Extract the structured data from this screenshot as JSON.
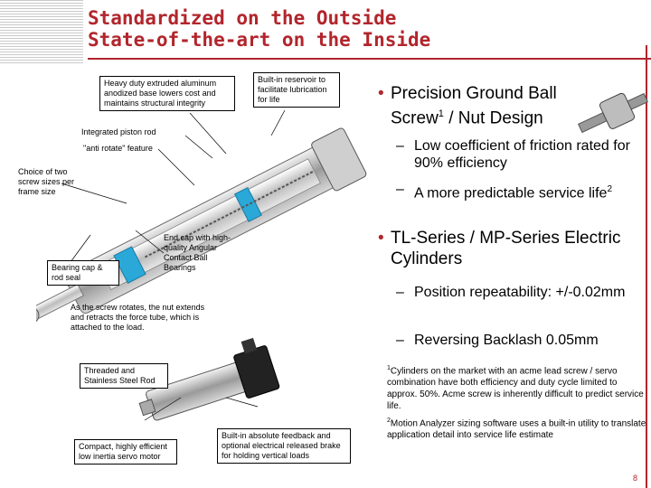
{
  "title": {
    "line1": "Standardized on the Outside",
    "line2": "State-of-the-art on the Inside"
  },
  "callouts": {
    "base": "Heavy duty extruded aluminum anodized base lowers cost and maintains structural integrity",
    "reservoir": "Built-in reservoir to facilitate lubrication for life",
    "piston_rod": "Integrated piston rod",
    "anti_rotate": "\"anti rotate\" feature",
    "screw_sizes": "Choice of two screw sizes per frame size",
    "end_cap": "End cap with high-quality Angular Contact Ball Bearings",
    "bearing_cap": "Bearing cap & rod seal",
    "nut_desc": "As the screw rotates, the nut extends and retracts the force tube, which is attached to the load.",
    "threaded": "Threaded and Stainless Steel Rod",
    "servo_motor": "Compact, highly efficient low inertia servo motor",
    "feedback": "Built-in absolute feedback and optional electrical released brake for holding vertical loads"
  },
  "bullets": {
    "b1_text": "Precision Ground Ball Screw",
    "b1_sup": "1",
    "b1_tail": " / Nut Design",
    "b1_subs": [
      "Low coefficient of friction rated for  90% efficiency",
      "A more predictable service life"
    ],
    "b1_sub2_sup": "2",
    "b2_text": "TL-Series / MP-Series Electric Cylinders",
    "b2_subs": [
      "Position repeatability: +/-0.02mm",
      "Reversing Backlash 0.05mm"
    ]
  },
  "footnotes": {
    "n1_mark": "1",
    "n1": "Cylinders on the market with an acme lead screw / servo combination have both efficiency and duty cycle limited to approx. 50%.  Acme screw is inherently difficult to predict service life.",
    "n2_mark": "2",
    "n2": "Motion Analyzer sizing software uses a built-in utility to translate application detail into service life estimate"
  },
  "bullet_glyph": "•",
  "dash_glyph": "–",
  "page_number": "8",
  "colors": {
    "accent": "#b2252c",
    "cyan": "#2aa8d8"
  }
}
